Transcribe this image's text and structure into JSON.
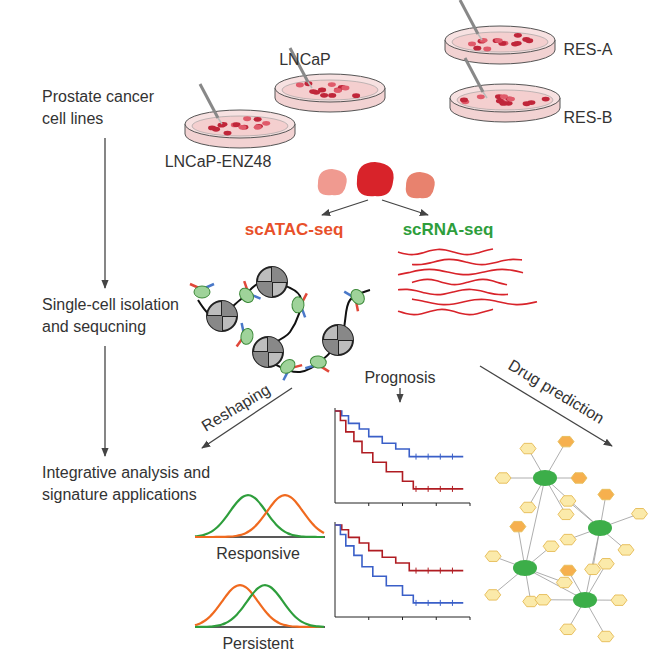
{
  "diagram": {
    "nodes": [
      {
        "text": [
          "Prostate cancer cell lines"
        ]
      },
      {
        "text": [
          "Single-cell isolation and sequcning"
        ]
      },
      {
        "text": [
          "Integrative analysis and signature applications"
        ]
      }
    ],
    "edges": [
      {
        "from": 0,
        "to": 1,
        "arrow": "to"
      },
      {
        "from": 1,
        "to": 2,
        "arrow": "to"
      }
    ],
    "labels": [
      "LNCaP",
      "RES-A",
      "RES-B",
      "LNCaP-ENZ48",
      "scATAC-seq",
      "scRNA-seq",
      "Reshaping",
      "Prognosis",
      "Drug prediction",
      "Responsive",
      "Persistent"
    ]
  }
}
